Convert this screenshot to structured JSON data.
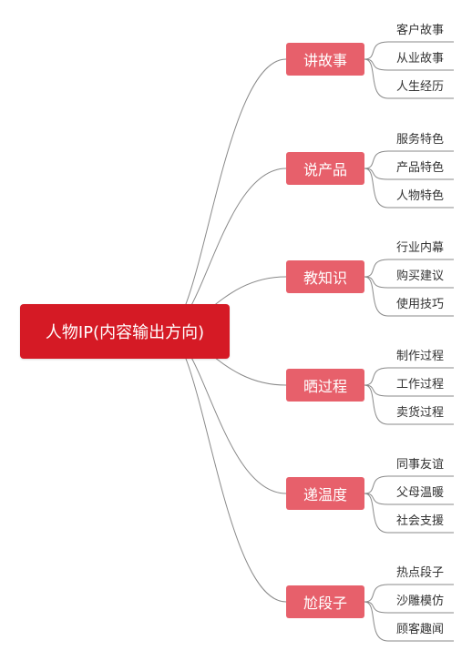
{
  "colors": {
    "root_bg": "#d51a25",
    "branch_bg": "#e7606b",
    "connector": "#8a8a8a"
  },
  "root": {
    "label": "人物IP(内容输出方向)"
  },
  "branches": [
    {
      "label": "讲故事",
      "leaves": [
        "客户故事",
        "从业故事",
        "人生经历"
      ]
    },
    {
      "label": "说产品",
      "leaves": [
        "服务特色",
        "产品特色",
        "人物特色"
      ]
    },
    {
      "label": "教知识",
      "leaves": [
        "行业内幕",
        "购买建议",
        "使用技巧"
      ]
    },
    {
      "label": "晒过程",
      "leaves": [
        "制作过程",
        "工作过程",
        "卖货过程"
      ]
    },
    {
      "label": "递温度",
      "leaves": [
        "同事友谊",
        "父母温暖",
        "社会支援"
      ]
    },
    {
      "label": "尬段子",
      "leaves": [
        "热点段子",
        "沙雕模仿",
        "顾客趣闻"
      ]
    }
  ]
}
